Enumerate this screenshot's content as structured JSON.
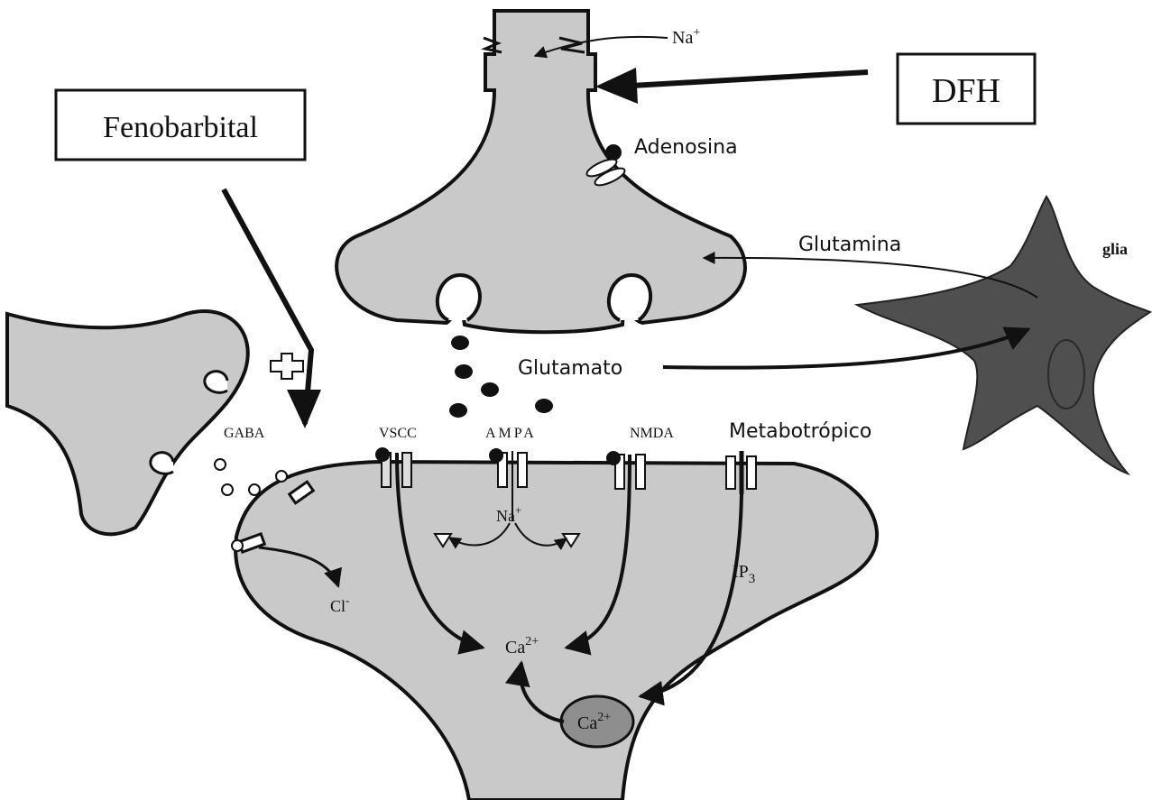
{
  "labels": {
    "fenobarbital": "Fenobarbital",
    "dfh": "DFH",
    "na_top": "Na",
    "na_top_sup": "+",
    "adenosina": "Adenosina",
    "glutamina": "Glutamina",
    "glia": "glia",
    "glutamato": "Glutamato",
    "gaba": "GABA",
    "vscc": "VSCC",
    "ampa": "AMPA",
    "nmda": "NMDA",
    "metabotropico": "Metabotrópico",
    "na_post": "Na",
    "na_post_sup": "+",
    "cl": "Cl",
    "cl_sup": "-",
    "ip3": "IP",
    "ip3_sub": "3",
    "ca_cyto": "Ca",
    "ca_cyto_sup": "2+",
    "ca_store": "Ca",
    "ca_store_sup": "2+"
  },
  "colors": {
    "cell_fill": "#c9c9c9",
    "glia_fill": "#4f4f4f",
    "store_fill": "#8e8e8e",
    "ink": "#111111"
  }
}
